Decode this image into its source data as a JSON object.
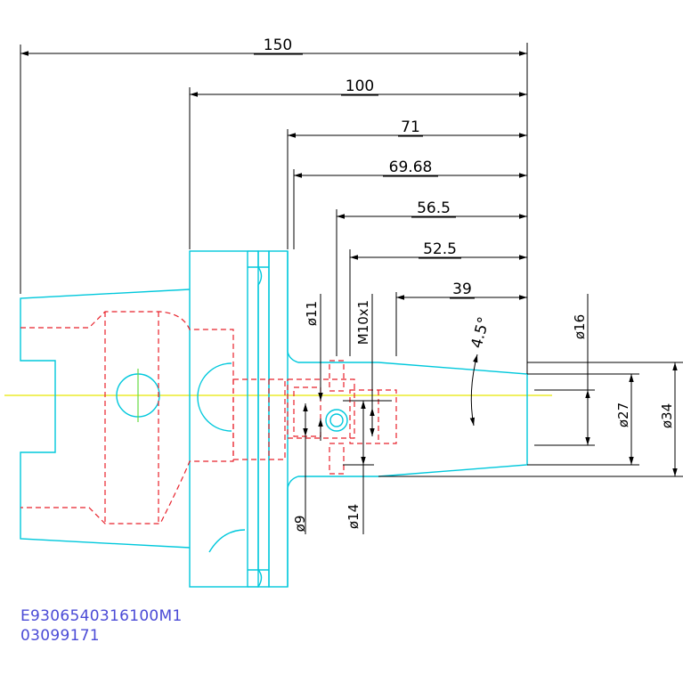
{
  "dimensions": {
    "overall_length": "150",
    "length_100": "100",
    "length_71": "71",
    "length_69_68": "69.68",
    "length_56_5": "56.5",
    "length_52_5": "52.5",
    "length_39": "39",
    "taper_angle": "4.5°",
    "dia_16": "ø16",
    "dia_27": "ø27",
    "dia_34": "ø34",
    "dia_11": "ø11",
    "thread": "M10x1",
    "dia_9": "ø9",
    "dia_14": "ø14"
  },
  "title_block": {
    "part_number": "E9306540316100M1",
    "drawing_number": "03099171"
  }
}
